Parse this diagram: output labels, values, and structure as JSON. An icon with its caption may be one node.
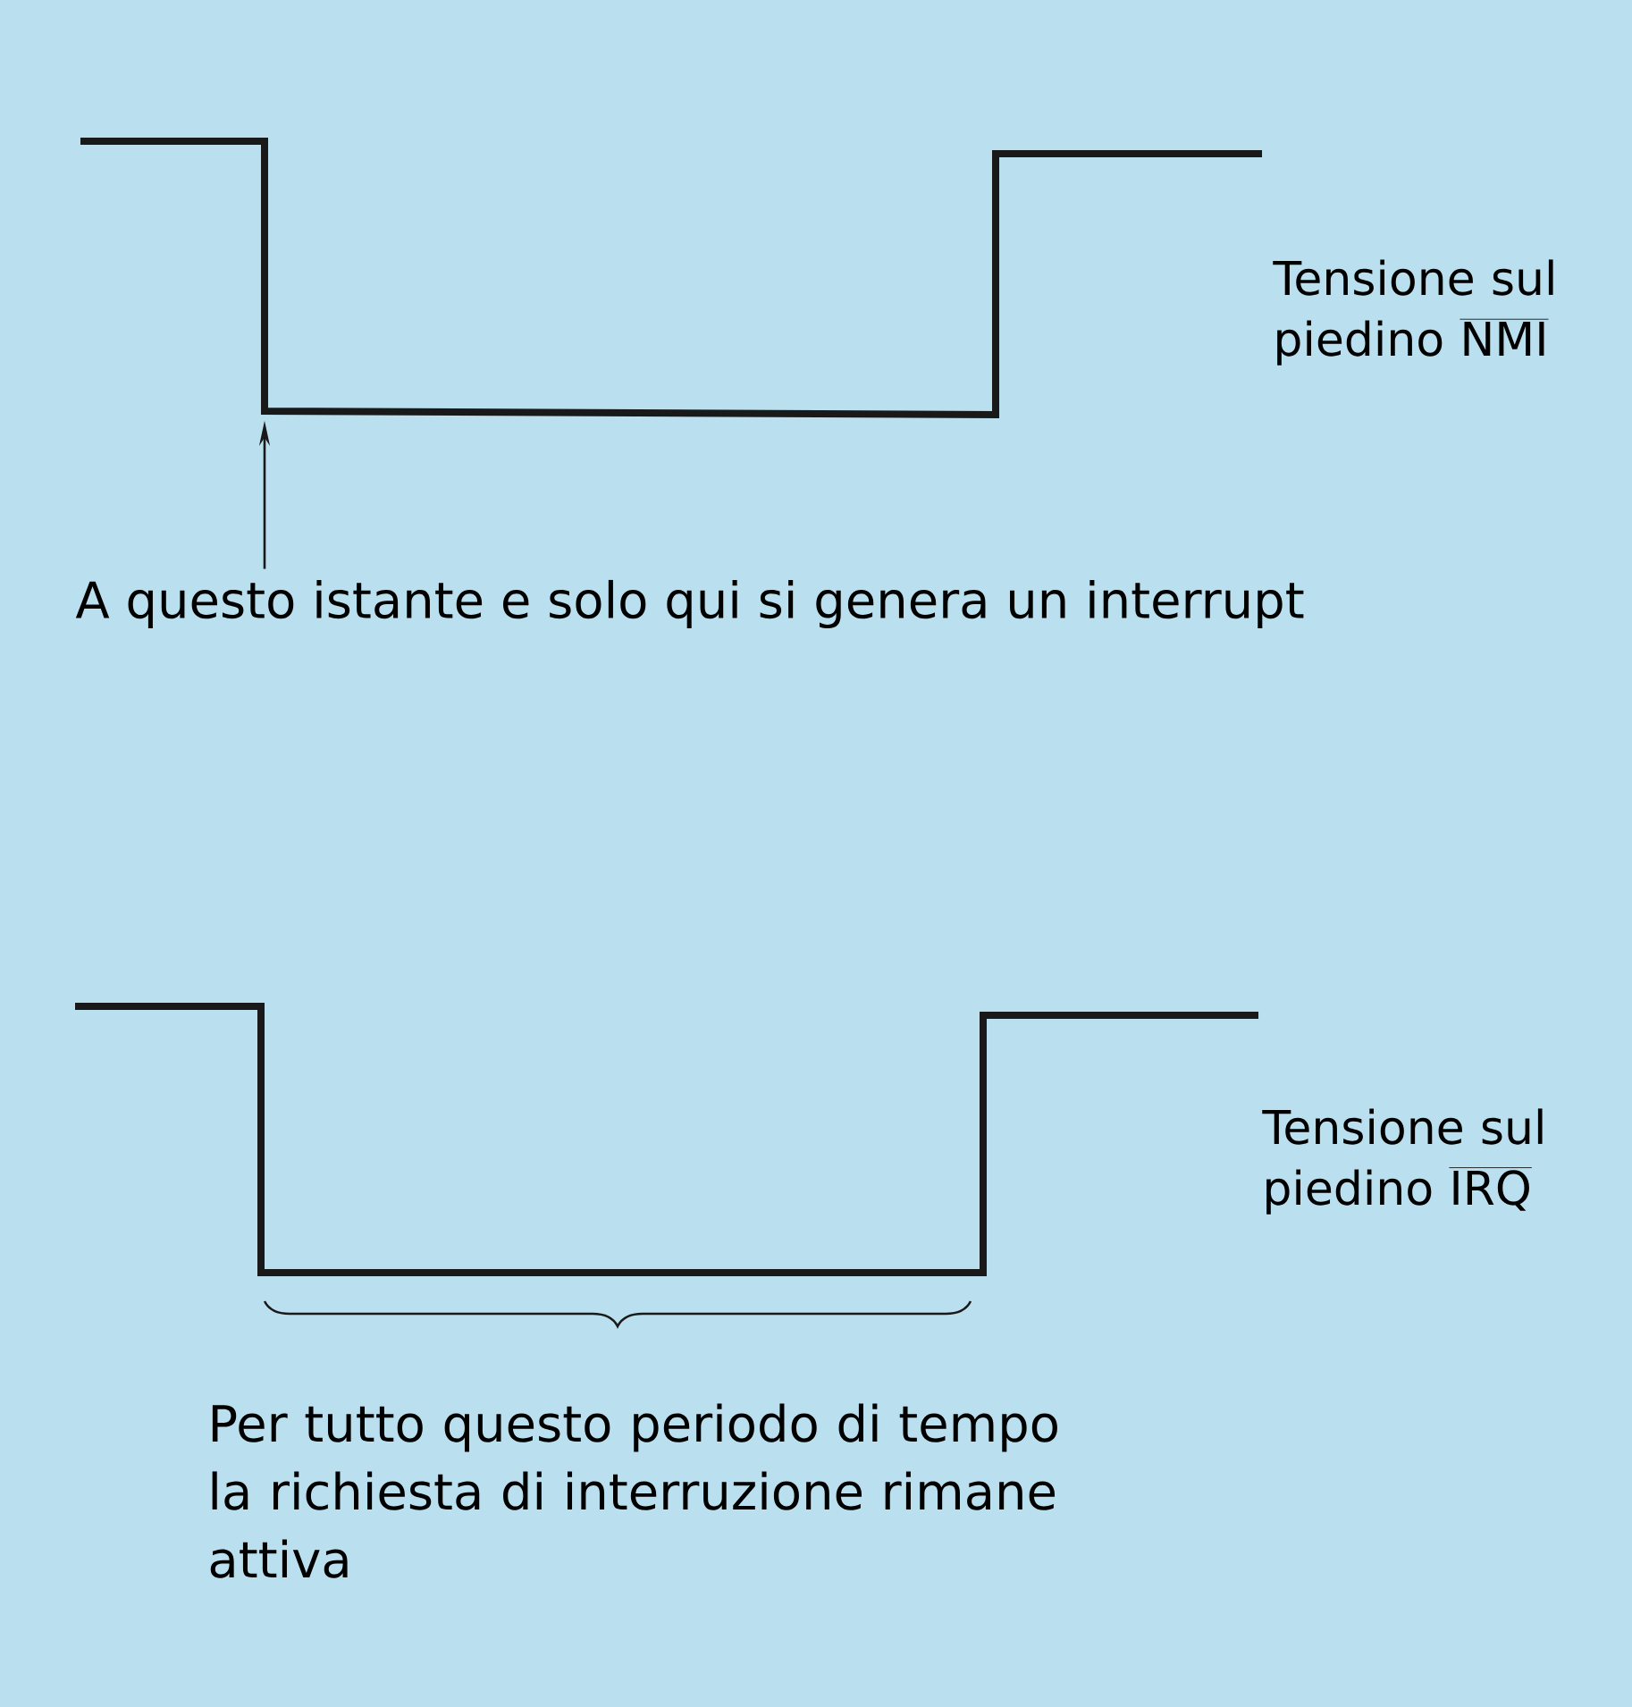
{
  "diagram": {
    "nodes": [
      {
        "text": [],
        "shape": "line"
      },
      {
        "text": [
          "A questo istante e solo qui si genera un interrupt"
        ]
      }
    ],
    "edges": [
      {
        "from": 1,
        "to": 0,
        "arrow": "to"
      }
    ],
    "labels": [
      "Tensione sul piedino",
      "NMI",
      "Tensione sul piedino",
      "IRQ",
      "Per tutto questo periodo di tempo la richiesta di interruzione rimane attiva"
    ]
  }
}
